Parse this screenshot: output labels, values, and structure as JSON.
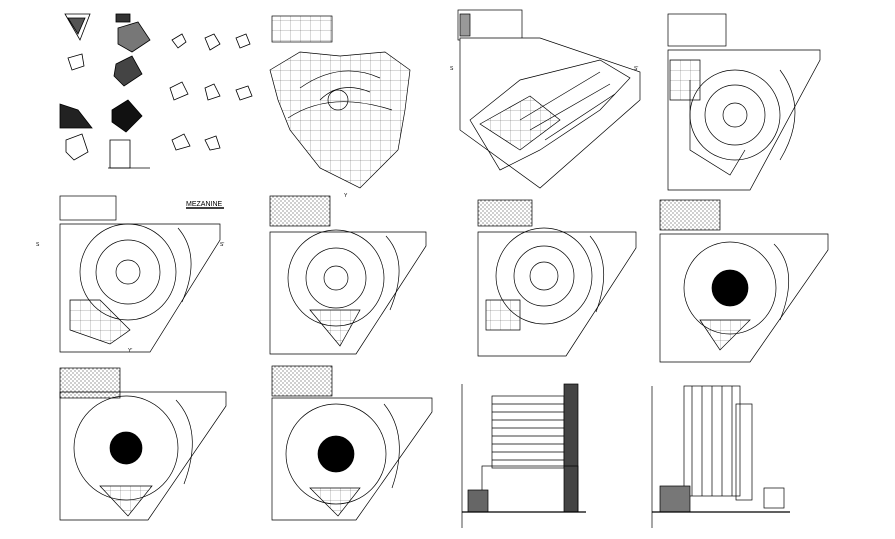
{
  "labels": {
    "mezzanine": "MEZANINE",
    "section_a": "S",
    "section_b": "S'",
    "grid_y": "Y",
    "grid_y_prime": "Y'"
  },
  "sheet": {
    "background": "#ffffff",
    "ink": "#000000",
    "hatch_fill": "#d9d9d9"
  }
}
